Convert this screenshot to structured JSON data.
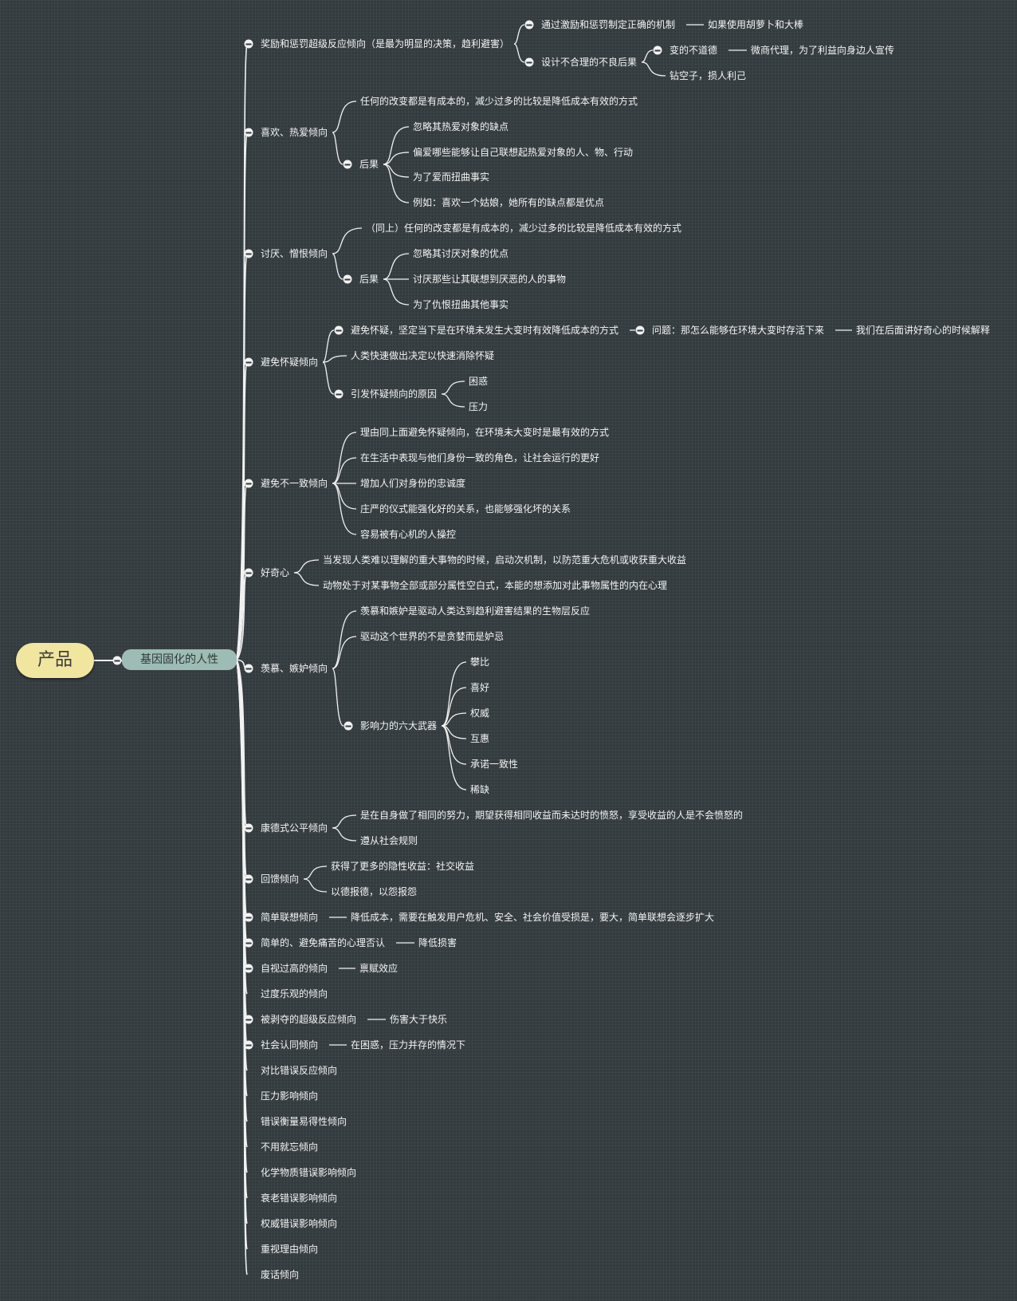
{
  "root": {
    "label": "产品"
  },
  "branch": {
    "label": "基因固化的人性"
  },
  "nodes": [
    {
      "id": "t1",
      "label": "奖励和惩罚超级反应倾向（是最为明显的决策，趋利避害）"
    },
    {
      "id": "t1a",
      "label": "通过激励和惩罚制定正确的机制"
    },
    {
      "id": "t1a1",
      "label": "如果使用胡萝卜和大棒"
    },
    {
      "id": "t1b",
      "label": "设计不合理的不良后果"
    },
    {
      "id": "t1b1",
      "label": "变的不道德"
    },
    {
      "id": "t1b1a",
      "label": "微商代理，为了利益向身边人宣传"
    },
    {
      "id": "t1b2",
      "label": "钻空子，损人利己"
    },
    {
      "id": "t2",
      "label": "喜欢、热爱倾向"
    },
    {
      "id": "t2a",
      "label": "任何的改变都是有成本的，减少过多的比较是降低成本有效的方式"
    },
    {
      "id": "t2b",
      "label": "后果"
    },
    {
      "id": "t2b1",
      "label": "忽略其热爱对象的缺点"
    },
    {
      "id": "t2b2",
      "label": "偏爱哪些能够让自己联想起热爱对象的人、物、行动"
    },
    {
      "id": "t2b3",
      "label": "为了爱而扭曲事实"
    },
    {
      "id": "t2b4",
      "label": "例如：喜欢一个姑娘，她所有的缺点都是优点"
    },
    {
      "id": "t3",
      "label": "讨厌、憎恨倾向"
    },
    {
      "id": "t3a",
      "label": "（同上）任何的改变都是有成本的，减少过多的比较是降低成本有效的方式"
    },
    {
      "id": "t3b",
      "label": "后果"
    },
    {
      "id": "t3b1",
      "label": "忽略其讨厌对象的优点"
    },
    {
      "id": "t3b2",
      "label": "讨厌那些让其联想到厌恶的人的事物"
    },
    {
      "id": "t3b3",
      "label": "为了仇恨扭曲其他事实"
    },
    {
      "id": "t4",
      "label": "避免怀疑倾向"
    },
    {
      "id": "t4a",
      "label": "避免怀疑，坚定当下是在环境未发生大变时有效降低成本的方式"
    },
    {
      "id": "t4a1",
      "label": "问题：那怎么能够在环境大变时存活下来"
    },
    {
      "id": "t4a1a",
      "label": "我们在后面讲好奇心的时候解释"
    },
    {
      "id": "t4b",
      "label": "人类快速做出决定以快速消除怀疑"
    },
    {
      "id": "t4c",
      "label": "引发怀疑倾向的原因"
    },
    {
      "id": "t4c1",
      "label": "困惑"
    },
    {
      "id": "t4c2",
      "label": "压力"
    },
    {
      "id": "t5",
      "label": "避免不一致倾向"
    },
    {
      "id": "t5a",
      "label": "理由同上面避免怀疑倾向，在环境未大变时是最有效的方式"
    },
    {
      "id": "t5b",
      "label": "在生活中表现与他们身份一致的角色，让社会运行的更好"
    },
    {
      "id": "t5c",
      "label": "增加人们对身份的忠诚度"
    },
    {
      "id": "t5d",
      "label": "庄严的仪式能强化好的关系，也能够强化坏的关系"
    },
    {
      "id": "t5e",
      "label": "容易被有心机的人操控"
    },
    {
      "id": "t6",
      "label": "好奇心"
    },
    {
      "id": "t6a",
      "label": "当发现人类难以理解的重大事物的时候，启动次机制，以防范重大危机或收获重大收益"
    },
    {
      "id": "t6b",
      "label": "动物处于对某事物全部或部分属性空白式，本能的想添加对此事物属性的内在心理"
    },
    {
      "id": "t7",
      "label": "羡慕、嫉妒倾向"
    },
    {
      "id": "t7a",
      "label": "羡慕和嫉妒是驱动人类达到趋利避害结果的生物层反应"
    },
    {
      "id": "t7b",
      "label": "驱动这个世界的不是贪婪而是妒忌"
    },
    {
      "id": "t7c",
      "label": "影响力的六大武器"
    },
    {
      "id": "t7c1",
      "label": "攀比"
    },
    {
      "id": "t7c2",
      "label": "喜好"
    },
    {
      "id": "t7c3",
      "label": "权威"
    },
    {
      "id": "t7c4",
      "label": "互惠"
    },
    {
      "id": "t7c5",
      "label": "承诺一致性"
    },
    {
      "id": "t7c6",
      "label": "稀缺"
    },
    {
      "id": "t8",
      "label": "康德式公平倾向"
    },
    {
      "id": "t8a",
      "label": "是在自身做了相同的努力，期望获得相同收益而未达时的愤怒，享受收益的人是不会愤怒的"
    },
    {
      "id": "t8b",
      "label": "遵从社会规则"
    },
    {
      "id": "t9",
      "label": "回馈倾向"
    },
    {
      "id": "t9a",
      "label": "获得了更多的隐性收益：社交收益"
    },
    {
      "id": "t9b",
      "label": "以德报德，以怨报怨"
    },
    {
      "id": "t10",
      "label": "简单联想倾向"
    },
    {
      "id": "t10a",
      "label": "降低成本，需要在触发用户危机、安全、社会价值受损是，要大，简单联想会逐步扩大"
    },
    {
      "id": "t11",
      "label": "简单的、避免痛苦的心理否认"
    },
    {
      "id": "t11a",
      "label": "降低损害"
    },
    {
      "id": "t12",
      "label": "自视过高的倾向"
    },
    {
      "id": "t12a",
      "label": "禀赋效应"
    },
    {
      "id": "t13",
      "label": "过度乐观的倾向"
    },
    {
      "id": "t14",
      "label": "被剥夺的超级反应倾向"
    },
    {
      "id": "t14a",
      "label": "伤害大于快乐"
    },
    {
      "id": "t15",
      "label": "社会认同倾向"
    },
    {
      "id": "t15a",
      "label": "在困惑，压力并存的情况下"
    },
    {
      "id": "t16",
      "label": "对比错误反应倾向"
    },
    {
      "id": "t17",
      "label": "压力影响倾向"
    },
    {
      "id": "t18",
      "label": "错误衡量易得性倾向"
    },
    {
      "id": "t19",
      "label": "不用就忘倾向"
    },
    {
      "id": "t20",
      "label": "化学物质错误影响倾向"
    },
    {
      "id": "t21",
      "label": "衰老错误影响倾向"
    },
    {
      "id": "t22",
      "label": "权威错误影响倾向"
    },
    {
      "id": "t23",
      "label": "重视理由倾向"
    },
    {
      "id": "t24",
      "label": "废话倾向"
    }
  ]
}
